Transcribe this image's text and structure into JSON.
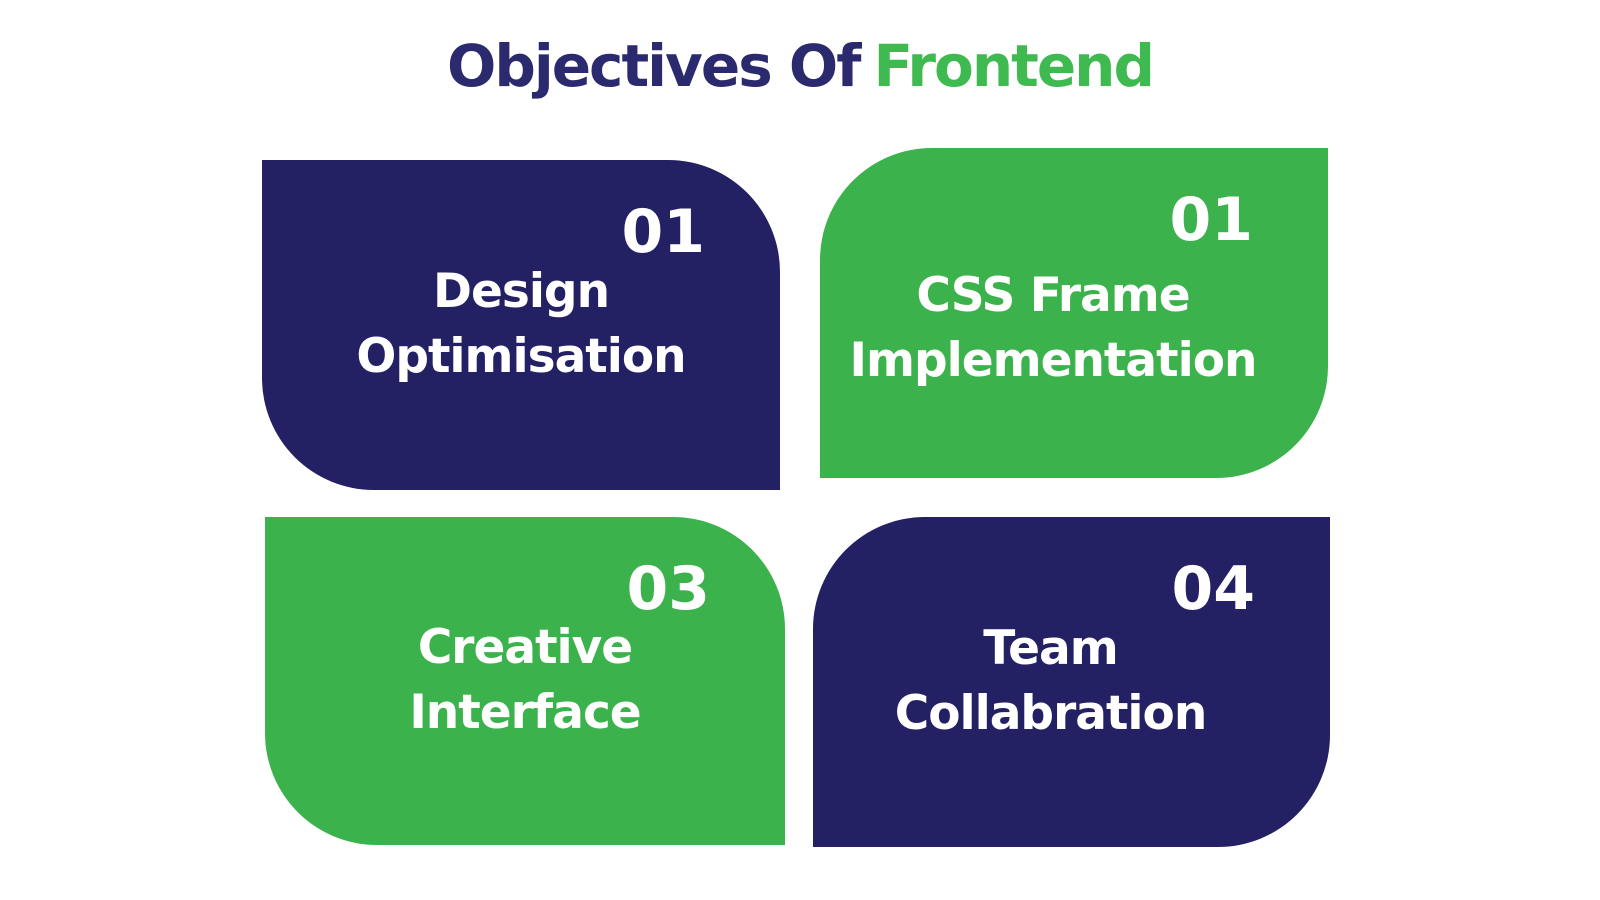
{
  "title": {
    "part_navy": "Objectives Of",
    "part_green": "Frontend"
  },
  "colors": {
    "navy": "#232063",
    "green": "#3cb24c",
    "title_navy": "#2b2a6e",
    "title_green": "#3eba50",
    "card_text": "#ffffff"
  },
  "cards": [
    {
      "id": "design-optimisation",
      "number": "01",
      "lines": [
        "Design",
        "Optimisation"
      ],
      "color_key": "navy"
    },
    {
      "id": "css-frame-implementation",
      "number": "01",
      "lines": [
        "CSS Frame",
        "Implementation"
      ],
      "color_key": "green"
    },
    {
      "id": "creative-interface",
      "number": "03",
      "lines": [
        "Creative",
        "Interface"
      ],
      "color_key": "green"
    },
    {
      "id": "team-collabration",
      "number": "04",
      "lines": [
        "Team",
        "Collabration"
      ],
      "color_key": "navy"
    }
  ]
}
